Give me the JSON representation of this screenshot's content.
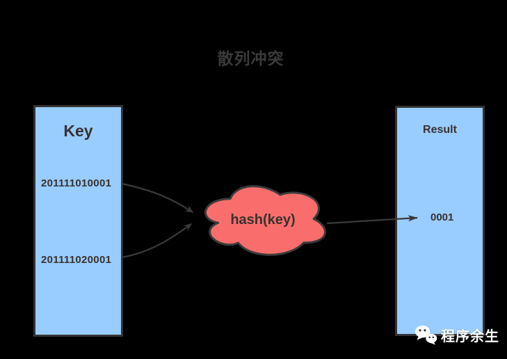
{
  "title": "散列冲突",
  "key_box": {
    "label": "Key",
    "keys": [
      "201111010001",
      "201111020001"
    ]
  },
  "hash_cloud": {
    "label": "hash(key)"
  },
  "result_box": {
    "label": "Result",
    "value": "0001"
  },
  "watermark": {
    "icon": "wechat-icon",
    "text": "程序余生"
  },
  "colors": {
    "background": "#000000",
    "box_fill": "#99ccff",
    "box_border": "#333333",
    "cloud_fill": "#f96e6c",
    "cloud_border": "#3c3c3c",
    "arrow": "#3a3a3a",
    "title_text": "#3a3a3a",
    "box_text": "#38322f",
    "watermark_text": "#ffffff"
  }
}
